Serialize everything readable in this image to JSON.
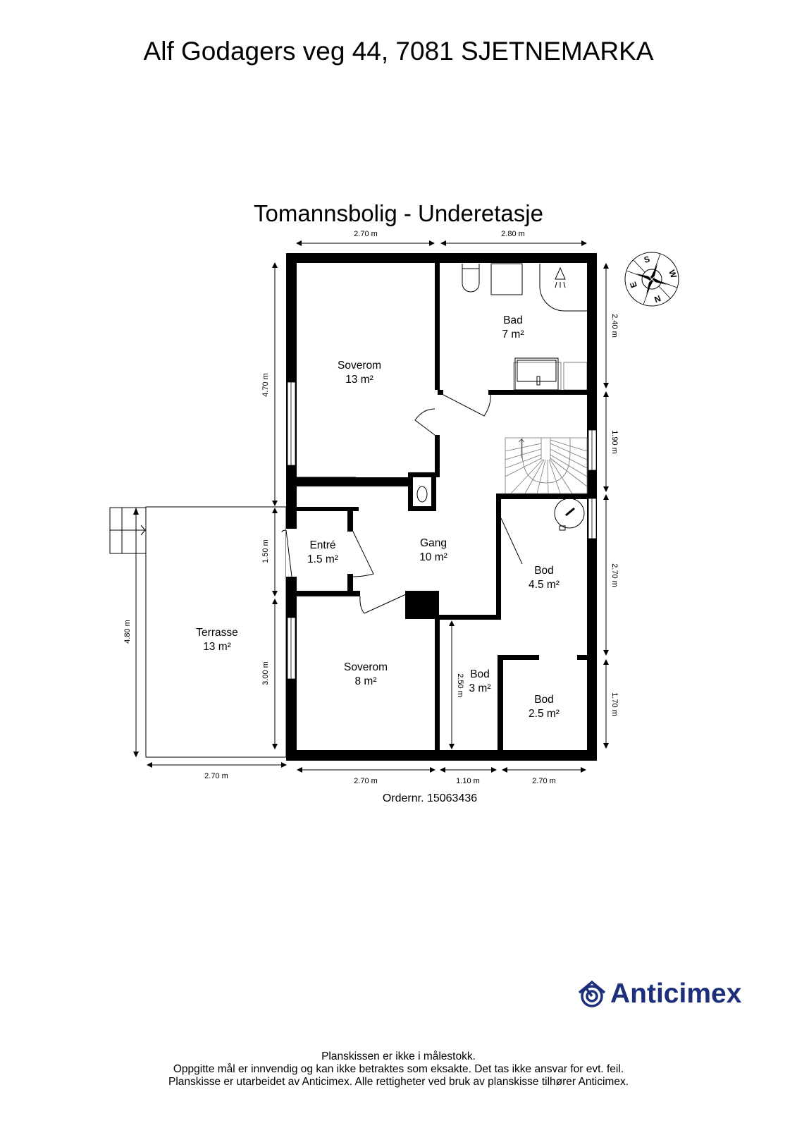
{
  "header": {
    "address": "Alf Godagers veg 44, 7081 SJETNEMARKA",
    "subtitle": "Tomannsbolig - Underetasje"
  },
  "rooms": [
    {
      "name": "Soverom",
      "area": "13 m²"
    },
    {
      "name": "Bad",
      "area": "7 m²"
    },
    {
      "name": "Entré",
      "area": "1.5 m²"
    },
    {
      "name": "Gang",
      "area": "10 m²"
    },
    {
      "name": "Bod",
      "area": "4.5 m²"
    },
    {
      "name": "Terrasse",
      "area": "13 m²"
    },
    {
      "name": "Soverom",
      "area": "8 m²"
    },
    {
      "name": "Bod",
      "area": "3 m²"
    },
    {
      "name": "Bod",
      "area": "2.5 m²"
    }
  ],
  "dimensions": {
    "top_left": "2.70 m",
    "top_right": "2.80 m",
    "left_upper": "4.70 m",
    "left_entre": "1.50 m",
    "left_lower": "3.00 m",
    "terrace_height": "4.80 m",
    "terrace_width": "2.70 m",
    "bottom_left": "2.70 m",
    "bottom_mid": "1.10 m",
    "bottom_right": "2.70 m",
    "right_1": "2.40 m",
    "right_2": "1.90 m",
    "right_3": "2.70 m",
    "right_4": "1.70 m",
    "bod_inner": "2.50 m"
  },
  "compass": {
    "S": "S",
    "W": "W",
    "N": "N",
    "E": "E"
  },
  "order": "Ordernr. 15063436",
  "brand": {
    "name": "Anticimex",
    "color": "#1d2f7a"
  },
  "disclaimer": [
    "Planskissen er ikke i målestokk.",
    "Oppgitte mål er innvendig og kan ikke betraktes som eksakte. Det tas ikke ansvar for evt. feil.",
    "Planskisse er utarbeidet av Anticimex. Alle rettigheter ved bruk av planskisse tilhører Anticimex."
  ]
}
